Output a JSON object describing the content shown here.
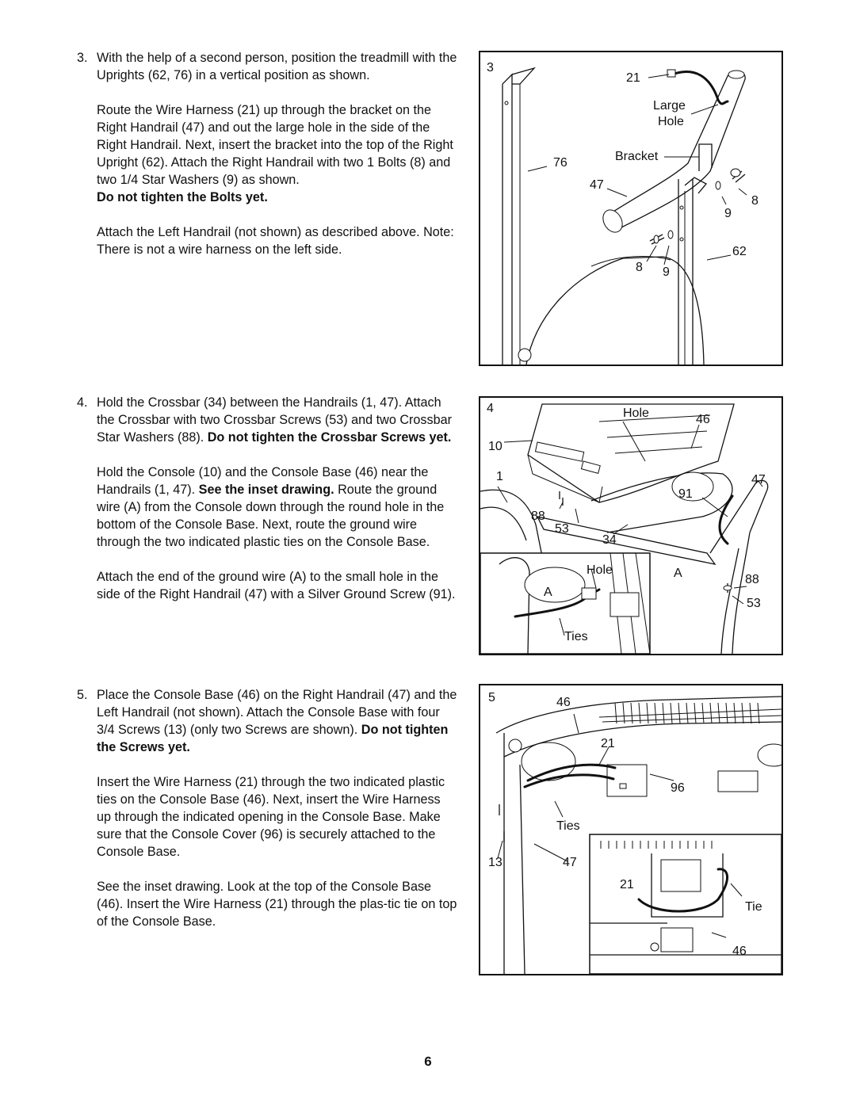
{
  "steps": [
    {
      "number": "3.",
      "p1": "With the help of a second person, position the treadmill with the Uprights (62, 76) in a vertical position as shown.",
      "p2": "Route the Wire Harness (21) up through the bracket on the Right Handrail (47) and out the large hole in the side of the Right Handrail. Next, insert the bracket into the top of the Right Upright (62). Attach the Right Handrail with two 1  Bolts (8) and two 1/4  Star Washers (9) as shown.",
      "p2_bold": "Do not tighten the Bolts yet.",
      "p3": "Attach the Left Handrail (not shown) as described above. Note: There is not a wire harness on the left side."
    },
    {
      "number": "4.",
      "p1": "Hold the Crossbar (34) between the Handrails (1, 47). Attach the Crossbar with two Crossbar Screws (53) and two Crossbar Star Washers (88).",
      "p1_bold": "Do not tighten the Crossbar Screws yet.",
      "p2_a": "Hold the Console (10) and the Console Base (46) near the Handrails (1, 47).",
      "p2_bold": "See the inset drawing.",
      "p2_b": "Route the ground wire (A) from the Console down through the round hole in the bottom of the Console Base. Next, route the ground wire through the two indicated plastic ties on the Console Base.",
      "p3": "Attach the end of the ground wire (A) to the small hole in the side of the Right Handrail (47) with a Silver Ground Screw (91)."
    },
    {
      "number": "5.",
      "p1": "Place the Console Base (46) on the Right Handrail (47) and the Left Handrail (not shown). Attach the Console Base with four 3/4  Screws (13) (only two Screws are shown).",
      "p1_bold": "Do not tighten the Screws yet.",
      "p2": "Insert the Wire Harness (21) through the two indicated plastic ties on the Console Base (46). Next, insert the Wire Harness up through the indicated opening in the Console Base. Make sure that the Console Cover (96) is securely attached to the Console Base.",
      "p3": "See the inset drawing. Look at the top of the Console Base (46). Insert the Wire Harness (21) through the plas-tic tie on top of the Console Base."
    }
  ],
  "figures": {
    "fig3": {
      "step": "3",
      "wire_harness": "21",
      "large_hole_1": "Large",
      "large_hole_2": "Hole",
      "upright_left": "76",
      "bracket": "Bracket",
      "handrail": "47",
      "bolt_a": "8",
      "washer_a": "9",
      "upright_right": "62",
      "bolt_b": "8",
      "washer_b": "9"
    },
    "fig4": {
      "step": "4",
      "hole": "Hole",
      "console_base": "46",
      "console": "10",
      "left_handrail": "1",
      "right_handrail": "47",
      "ground_screw": "91",
      "washer": "88",
      "screw": "53",
      "crossbar": "34",
      "inset_hole": "Hole",
      "inset_wire": "A",
      "wire_a": "A",
      "washer_r": "88",
      "screw_r": "53",
      "ties": "Ties"
    },
    "fig5": {
      "step": "5",
      "console_base": "46",
      "wire_harness": "21",
      "console_cover": "96",
      "ties": "Ties",
      "screw": "13",
      "handrail": "47",
      "inset_wire": "21",
      "tie": "Tie",
      "inset_base": "46"
    }
  },
  "page_number": "6"
}
